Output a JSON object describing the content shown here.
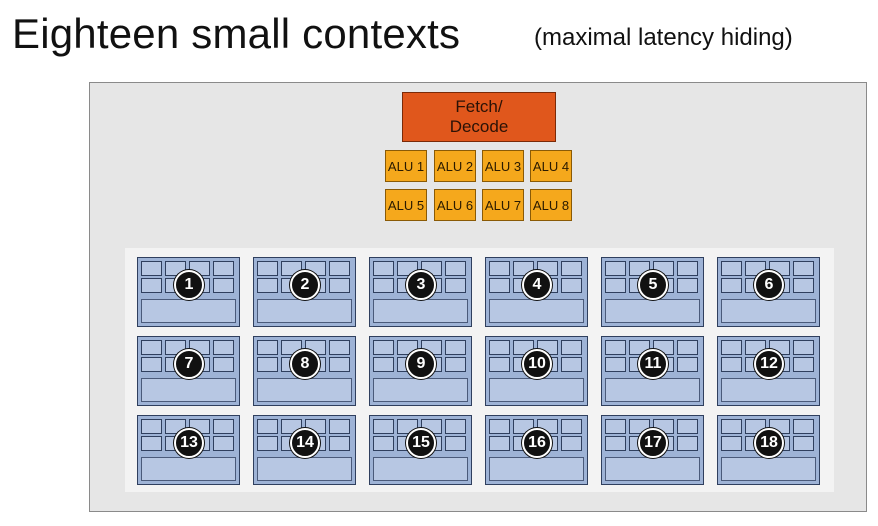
{
  "title": "Eighteen small contexts",
  "subtitle": "(maximal latency hiding)",
  "fetch_decode": "Fetch/\nDecode",
  "alus": [
    "ALU 1",
    "ALU 2",
    "ALU 3",
    "ALU 4",
    "ALU 5",
    "ALU 6",
    "ALU 7",
    "ALU 8"
  ],
  "contexts": [
    "1",
    "2",
    "3",
    "4",
    "5",
    "6",
    "7",
    "8",
    "9",
    "10",
    "11",
    "12",
    "13",
    "14",
    "15",
    "16",
    "17",
    "18"
  ],
  "colors": {
    "fetch": "#e0571c",
    "alu": "#f5a81c",
    "context": "#9eb3d6",
    "core": "#e6e6e6"
  }
}
